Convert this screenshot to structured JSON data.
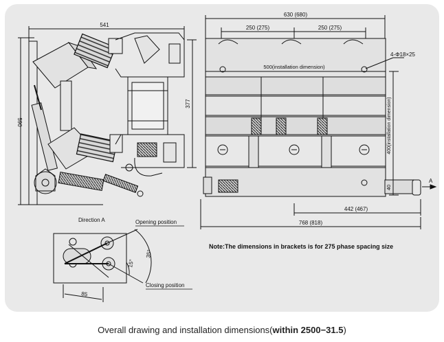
{
  "dimensions": {
    "left_width": "541",
    "left_height": "590",
    "cabinet_height": "377",
    "top_width": "630 (680)",
    "spacing_left": "250 (275)",
    "spacing_right": "250 (275)",
    "install_width": "500(installation dimension)",
    "holes": "4-Φ18×25",
    "install_height": "400(installation dimension)",
    "bottom_offset": "40",
    "width_442": "442 (467)",
    "width_768": "768 (818)"
  },
  "detail": {
    "title": "Direction A",
    "opening_label": "Opening position",
    "closing_label": "Closing position",
    "angle_35": "35°",
    "angle_15": "15°",
    "dim_85": "85"
  },
  "view_marker": "A",
  "note": "Note:The dimensions in brackets is for 275 phase spacing size",
  "caption_normal": "Overall drawing and installation dimensions(",
  "caption_bold": "within 2500−31.5",
  "caption_end": ")"
}
